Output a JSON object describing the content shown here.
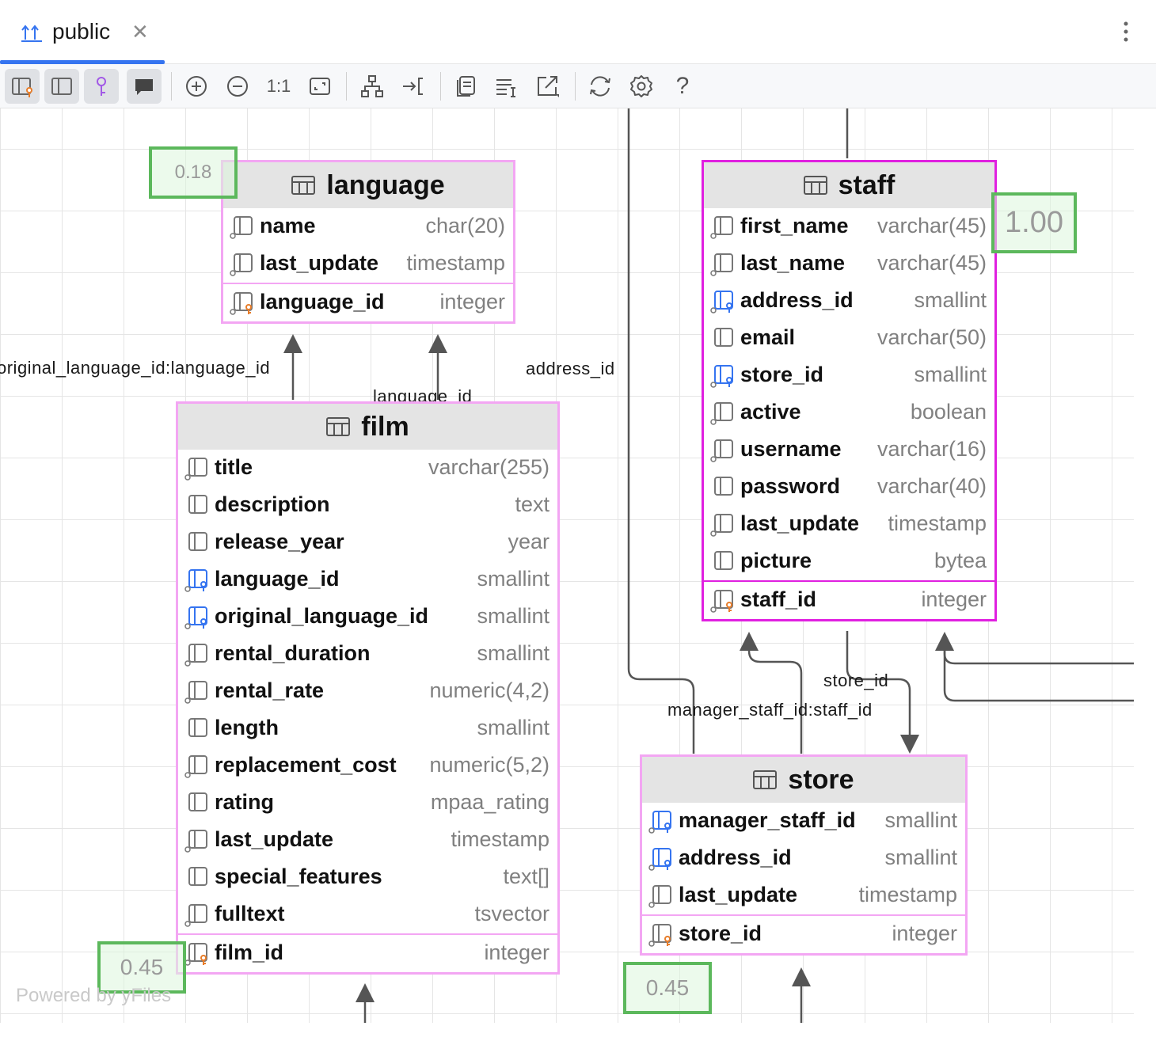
{
  "tab": {
    "title": "public",
    "close": "✕"
  },
  "toolbar": {
    "zoom_actual": "1:1",
    "help": "?"
  },
  "tables": {
    "language": {
      "title": "language",
      "columns": [
        {
          "name": "name",
          "type": "char(20)"
        },
        {
          "name": "last_update",
          "type": "timestamp"
        }
      ],
      "pk": {
        "name": "language_id",
        "type": "integer"
      }
    },
    "film": {
      "title": "film",
      "columns": [
        {
          "name": "title",
          "type": "varchar(255)"
        },
        {
          "name": "description",
          "type": "text"
        },
        {
          "name": "release_year",
          "type": "year"
        },
        {
          "name": "language_id",
          "type": "smallint"
        },
        {
          "name": "original_language_id",
          "type": "smallint"
        },
        {
          "name": "rental_duration",
          "type": "smallint"
        },
        {
          "name": "rental_rate",
          "type": "numeric(4,2)"
        },
        {
          "name": "length",
          "type": "smallint"
        },
        {
          "name": "replacement_cost",
          "type": "numeric(5,2)"
        },
        {
          "name": "rating",
          "type": "mpaa_rating"
        },
        {
          "name": "last_update",
          "type": "timestamp"
        },
        {
          "name": "special_features",
          "type": "text[]"
        },
        {
          "name": "fulltext",
          "type": "tsvector"
        }
      ],
      "pk": {
        "name": "film_id",
        "type": "integer"
      }
    },
    "staff": {
      "title": "staff",
      "columns": [
        {
          "name": "first_name",
          "type": "varchar(45)"
        },
        {
          "name": "last_name",
          "type": "varchar(45)"
        },
        {
          "name": "address_id",
          "type": "smallint"
        },
        {
          "name": "email",
          "type": "varchar(50)"
        },
        {
          "name": "store_id",
          "type": "smallint"
        },
        {
          "name": "active",
          "type": "boolean"
        },
        {
          "name": "username",
          "type": "varchar(16)"
        },
        {
          "name": "password",
          "type": "varchar(40)"
        },
        {
          "name": "last_update",
          "type": "timestamp"
        },
        {
          "name": "picture",
          "type": "bytea"
        }
      ],
      "pk": {
        "name": "staff_id",
        "type": "integer"
      }
    },
    "store": {
      "title": "store",
      "columns": [
        {
          "name": "manager_staff_id",
          "type": "smallint"
        },
        {
          "name": "address_id",
          "type": "smallint"
        },
        {
          "name": "last_update",
          "type": "timestamp"
        }
      ],
      "pk": {
        "name": "store_id",
        "type": "integer"
      }
    }
  },
  "edges": {
    "original_language": "original_language_id:language_id",
    "language_id": "language_id",
    "address_id": "address_id",
    "store_id": "store_id",
    "manager_staff": "manager_staff_id:staff_id"
  },
  "scores": {
    "language": "0.18",
    "staff": "1.00",
    "film": "0.45",
    "store": "0.45"
  },
  "watermark": "Powered by yFiles",
  "colors": {
    "accent": "#3574f0",
    "table_border": "#f3a6f3",
    "selected_border": "#e020e0",
    "score_border": "#5cb85c",
    "header_bg": "#e4e4e4",
    "pk_icon": "#e87d2a",
    "fk_icon": "#3574f0"
  }
}
